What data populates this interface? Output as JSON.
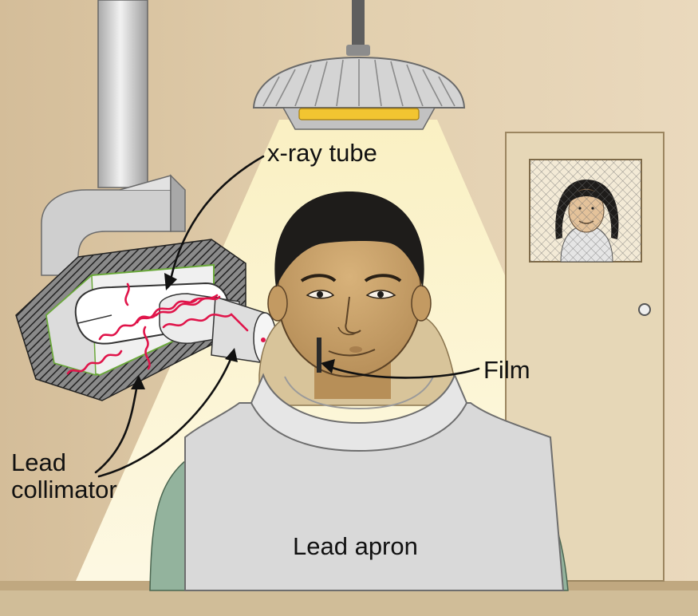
{
  "labels": {
    "xray_tube": "x-ray tube",
    "film": "Film",
    "lead_collimator": [
      "Lead",
      "collimator"
    ],
    "lead_apron": "Lead apron"
  },
  "colors": {
    "wall": "#dcc8a8",
    "floor": "#c2aa83",
    "light_beam": "#fdf6d0",
    "lamp": "#d9d9d9",
    "door": "#e3d4b4",
    "apron": "#d7d7d7",
    "shirt": "#8fb09a",
    "skin": "#c9a36c",
    "hair": "#1e1c1a",
    "xray_wave": "#e0144a",
    "collimator_liner": "#6aa83a"
  }
}
